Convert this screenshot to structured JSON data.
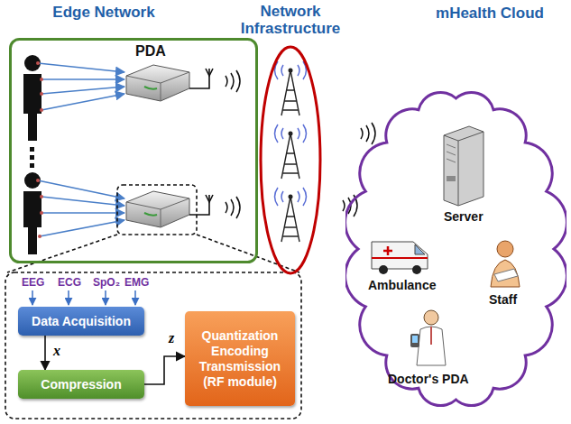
{
  "diagram": {
    "nodes": [
      {
        "text": [
          "Edge Network"
        ]
      },
      {
        "text": [
          "Network Infrastructure"
        ]
      },
      {
        "text": [
          "mHealth Cloud"
        ]
      },
      {
        "text": [
          "Data Acquisition"
        ]
      },
      {
        "text": [
          "Compression"
        ]
      },
      {
        "text": [
          "Quantization Encoding Transmission (RF module)"
        ]
      }
    ],
    "edges": [
      {
        "from": 3,
        "to": 4,
        "arrow": "to",
        "label": "x"
      },
      {
        "from": 4,
        "to": 5,
        "arrow": "to",
        "label": "z"
      }
    ],
    "labels": [
      "PDA",
      "EEG",
      "ECG",
      "SpO₂",
      "EMG",
      "Server",
      "Ambulance",
      "Staff",
      "Doctor's PDA"
    ]
  }
}
